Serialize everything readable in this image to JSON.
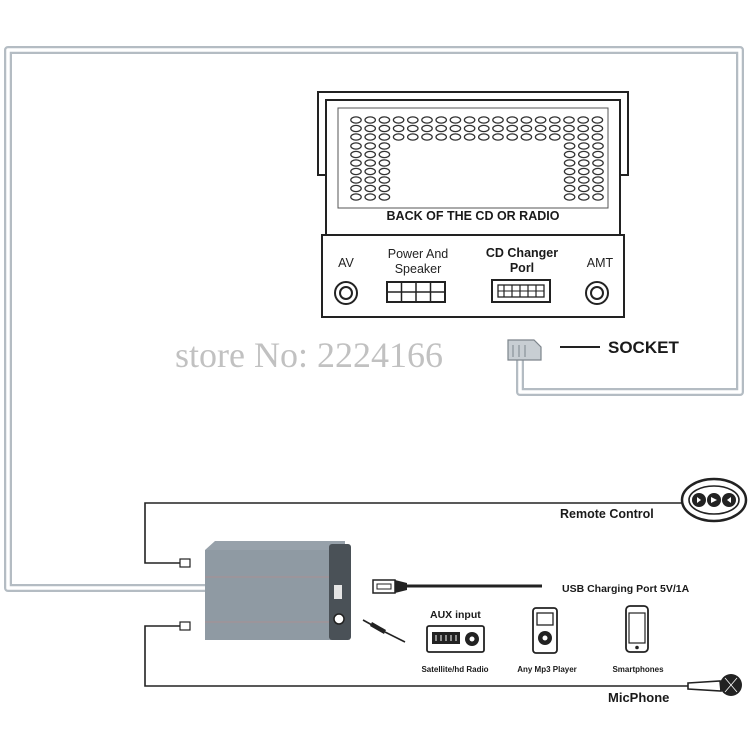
{
  "head_unit": {
    "title": "BACK OF THE CD OR RADIO",
    "ports": {
      "av": "AV",
      "power_line1": "Power And",
      "power_line2": "Speaker",
      "cd_line1": "CD Changer",
      "cd_line2": "Porl",
      "amt": "AMT"
    }
  },
  "socket_label": "SOCKET",
  "watermark": "store No: 2224166",
  "remote_label": "Remote Control",
  "usb_label": "USB Charging Port 5V/1A",
  "aux_label": "AUX input",
  "devices": {
    "radio": "Satellite/hd Radio",
    "mp3": "Any Mp3 Player",
    "phone": "Smartphones"
  },
  "mic_label": "MicPhone",
  "colors": {
    "cable_outer": "#b4bcc3",
    "cable_inner": "#ffffff",
    "box_body": "#8f9aa3",
    "box_dark": "#4a5157",
    "line": "#222222"
  }
}
